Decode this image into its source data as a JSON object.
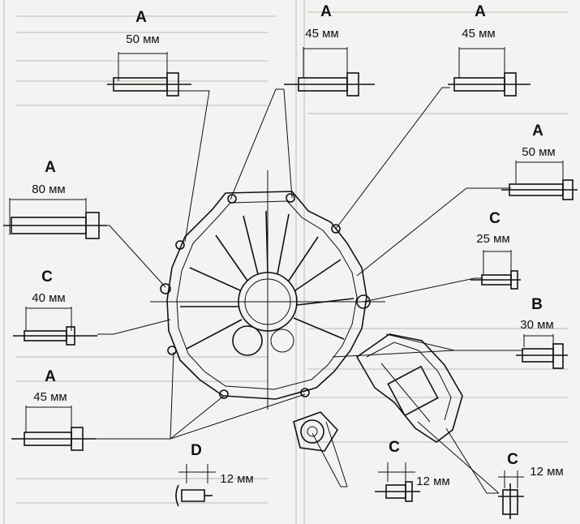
{
  "callouts": [
    {
      "id": "a50-top",
      "letter": "A",
      "dim": "50 мм"
    },
    {
      "id": "a45-top-mid",
      "letter": "A",
      "dim": "45 мм"
    },
    {
      "id": "a45-top-right",
      "letter": "A",
      "dim": "45 мм"
    },
    {
      "id": "a50-right",
      "letter": "A",
      "dim": "50 мм"
    },
    {
      "id": "a80-left",
      "letter": "A",
      "dim": "80 мм"
    },
    {
      "id": "c25-right",
      "letter": "C",
      "dim": "25 мм"
    },
    {
      "id": "c40-left",
      "letter": "C",
      "dim": "40 мм"
    },
    {
      "id": "b30-right",
      "letter": "B",
      "dim": "30 мм"
    },
    {
      "id": "a45-bottom-left",
      "letter": "A",
      "dim": "45 мм"
    },
    {
      "id": "d12-bottom",
      "letter": "D",
      "dim": "12 мм"
    },
    {
      "id": "c12-bottom-mid",
      "letter": "C",
      "dim": "12 мм"
    },
    {
      "id": "c12-bottom-right",
      "letter": "C",
      "dim": "12 мм"
    }
  ],
  "colors": {
    "ink": "#111111",
    "paper": "#f3f3f1",
    "bleed": "#b9b9b5"
  }
}
